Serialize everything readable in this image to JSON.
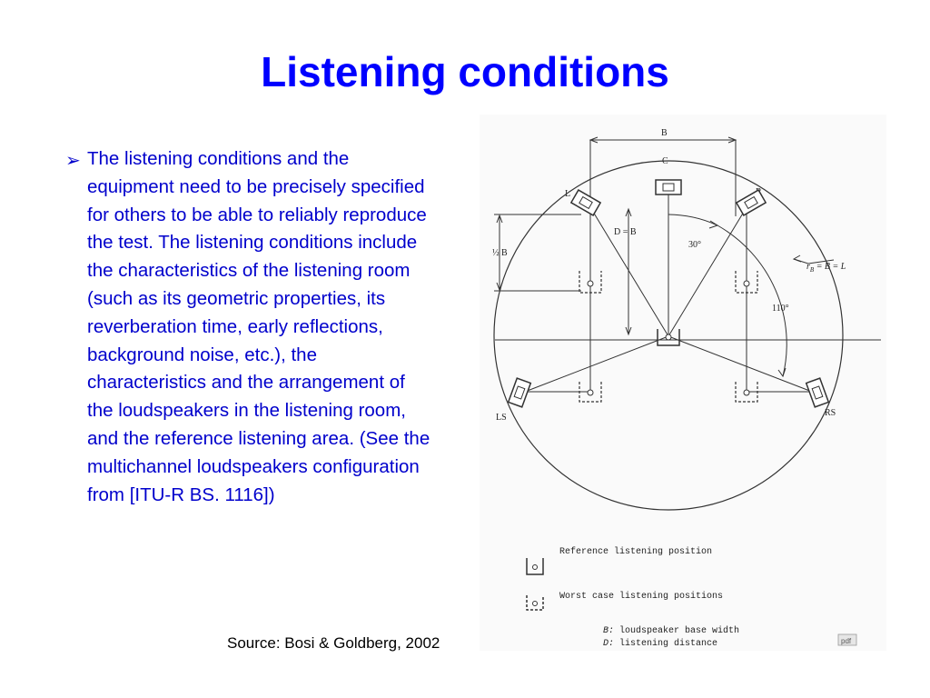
{
  "slide": {
    "title": "Listening conditions",
    "bullet_marker": "➢",
    "bullet_text": "The listening conditions and the equipment need to be precisely specified for others to be able to reliably reproduce the test. The listening conditions include the characteristics of the listening room (such as its geometric properties, its reverberation time, early reflections, background noise, etc.), the characteristics and the arrangement of the loudspeakers in the listening room, and the reference listening area. (See the multichannel loudspeakers configuration from [ITU-R BS. 1116])",
    "source": "Source: Bosi & Goldberg, 2002"
  },
  "diagram": {
    "label_B": "B",
    "label_C": "C",
    "label_L": "L",
    "label_R": "R",
    "label_LS": "LS",
    "label_RS": "RS",
    "label_D": "D = B",
    "label_half_B": "½ B",
    "label_30": "30°",
    "label_110": "110°",
    "label_rB": "r",
    "label_rB_sub": "B",
    "label_rB_eq": " = B = L",
    "legend": {
      "reference": "Reference listening position",
      "worst": "Worst case listening positions",
      "b_key": "B:",
      "b_desc": "loudspeaker base width",
      "d_key": "D:",
      "d_desc": "listening distance",
      "mark": "pdf"
    }
  },
  "colors": {
    "title": "#0000ff",
    "body_text": "#0000cc",
    "diagram_line": "#333333"
  }
}
